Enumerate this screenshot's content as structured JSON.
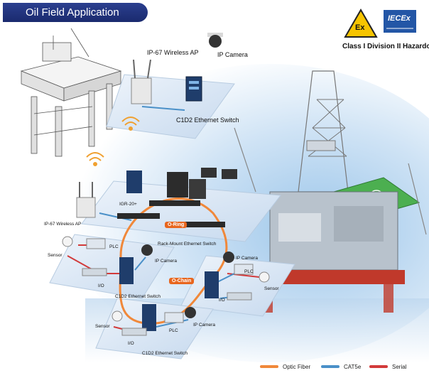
{
  "header": {
    "title": "Oil Field Application"
  },
  "certification": {
    "ex_mark": "Ex",
    "iecex_mark": "IECEx",
    "hazard_class": "Class I Division II Hazardous"
  },
  "labels": {
    "wireless_ap_top": "IP-67 Wireless AP",
    "ip_camera_top": "IP Camera",
    "switch_top": "C1D2 Ethernet Switch",
    "igr": "IGR-20+",
    "wireless_ap_left": "IP-67 Wireless AP",
    "o_ring": "O-Ring",
    "rack_switch": "Rack-Mount Ethernet Switch",
    "sensor_1": "Sensor",
    "plc_1": "PLC",
    "ip_camera_1": "IP Camera",
    "io_1": "I/O",
    "switch_1": "C1D2 Ethernet Switch",
    "o_chain": "O-Chain",
    "ip_camera_2": "IP Camera",
    "plc_2": "PLC",
    "sensor_2": "Sensor",
    "io_2": "I/O",
    "sensor_3": "Sensor",
    "ip_camera_3": "IP Camera",
    "plc_3": "PLC",
    "io_3": "I/O",
    "switch_3": "C1D2 Ethernet Switch"
  },
  "legend": [
    {
      "label": "Optic Fiber",
      "color": "#f0883a"
    },
    {
      "label": "CAT5e",
      "color": "#4a90c8"
    },
    {
      "label": "Serial",
      "color": "#d23a3a"
    }
  ],
  "colors": {
    "brand": "#1a2a6e",
    "fiber": "#f0883a",
    "cat5e": "#4a90c8",
    "serial": "#d23a3a",
    "ex_yellow": "#f6c400",
    "iecex_blue": "#2356a6"
  }
}
